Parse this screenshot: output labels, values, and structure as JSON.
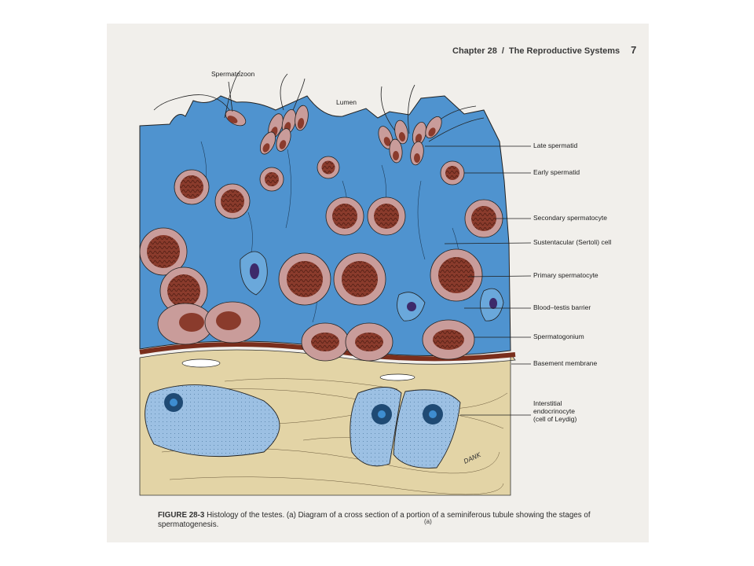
{
  "header": {
    "chapter": "Chapter 28",
    "separator": "/",
    "title": "The Reproductive Systems",
    "page_number": "7"
  },
  "labels": {
    "spermatozoon": "Spermatozoon",
    "lumen": "Lumen",
    "late_spermatid": "Late spermatid",
    "early_spermatid": "Early spermatid",
    "secondary_spermatocyte": "Secondary spermatocyte",
    "sertoli_cell": "Sustentacular (Sertoli) cell",
    "primary_spermatocyte": "Primary spermatocyte",
    "blood_testis_barrier": "Blood–testis barrier",
    "spermatogonium": "Spermatogonium",
    "basement_membrane": "Basement membrane",
    "leydig_line1": "Interstitial",
    "leydig_line2": "endocrinocyte",
    "leydig_line3": "(cell of Leydig)",
    "artist_signature": "DANK"
  },
  "panel_label": "(a)",
  "caption": {
    "figure": "FIGURE 28-3",
    "text": "Histology of the testes. (a) Diagram of a cross section of a portion of a seminiferous tubule showing the stages of spermatogenesis."
  },
  "colors": {
    "sertoli_blue": "#4f93cf",
    "cell_pink": "#c99c9a",
    "nucleus_brown": "#8a3b2c",
    "membrane_red": "#7a2e1c",
    "interstitium_tan": "#e3d4a6",
    "leydig_blue": "#9cc0e3"
  }
}
